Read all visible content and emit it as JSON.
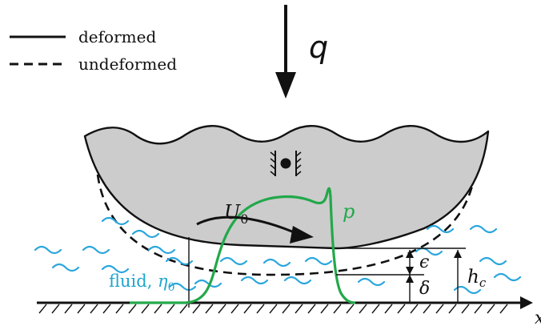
{
  "legend": {
    "solid_label": "deformed",
    "dashed_label": "undeformed"
  },
  "load_label": "q",
  "velocity_label": "U",
  "velocity_sub": "0",
  "pressure_label": "p",
  "fluid_label": "fluid, ",
  "fluid_symbol": "η",
  "fluid_sub": "0",
  "epsilon_label": "ϵ",
  "delta_label": "δ",
  "hc_label": "h",
  "hc_sub": "c",
  "axis_label": "x",
  "colors": {
    "solid_fill": "#cccccc",
    "pressure_curve": "#22a84a",
    "fluid_label": "#1fa6cf",
    "waves": "#2aa6dc",
    "ink": "#111111"
  }
}
